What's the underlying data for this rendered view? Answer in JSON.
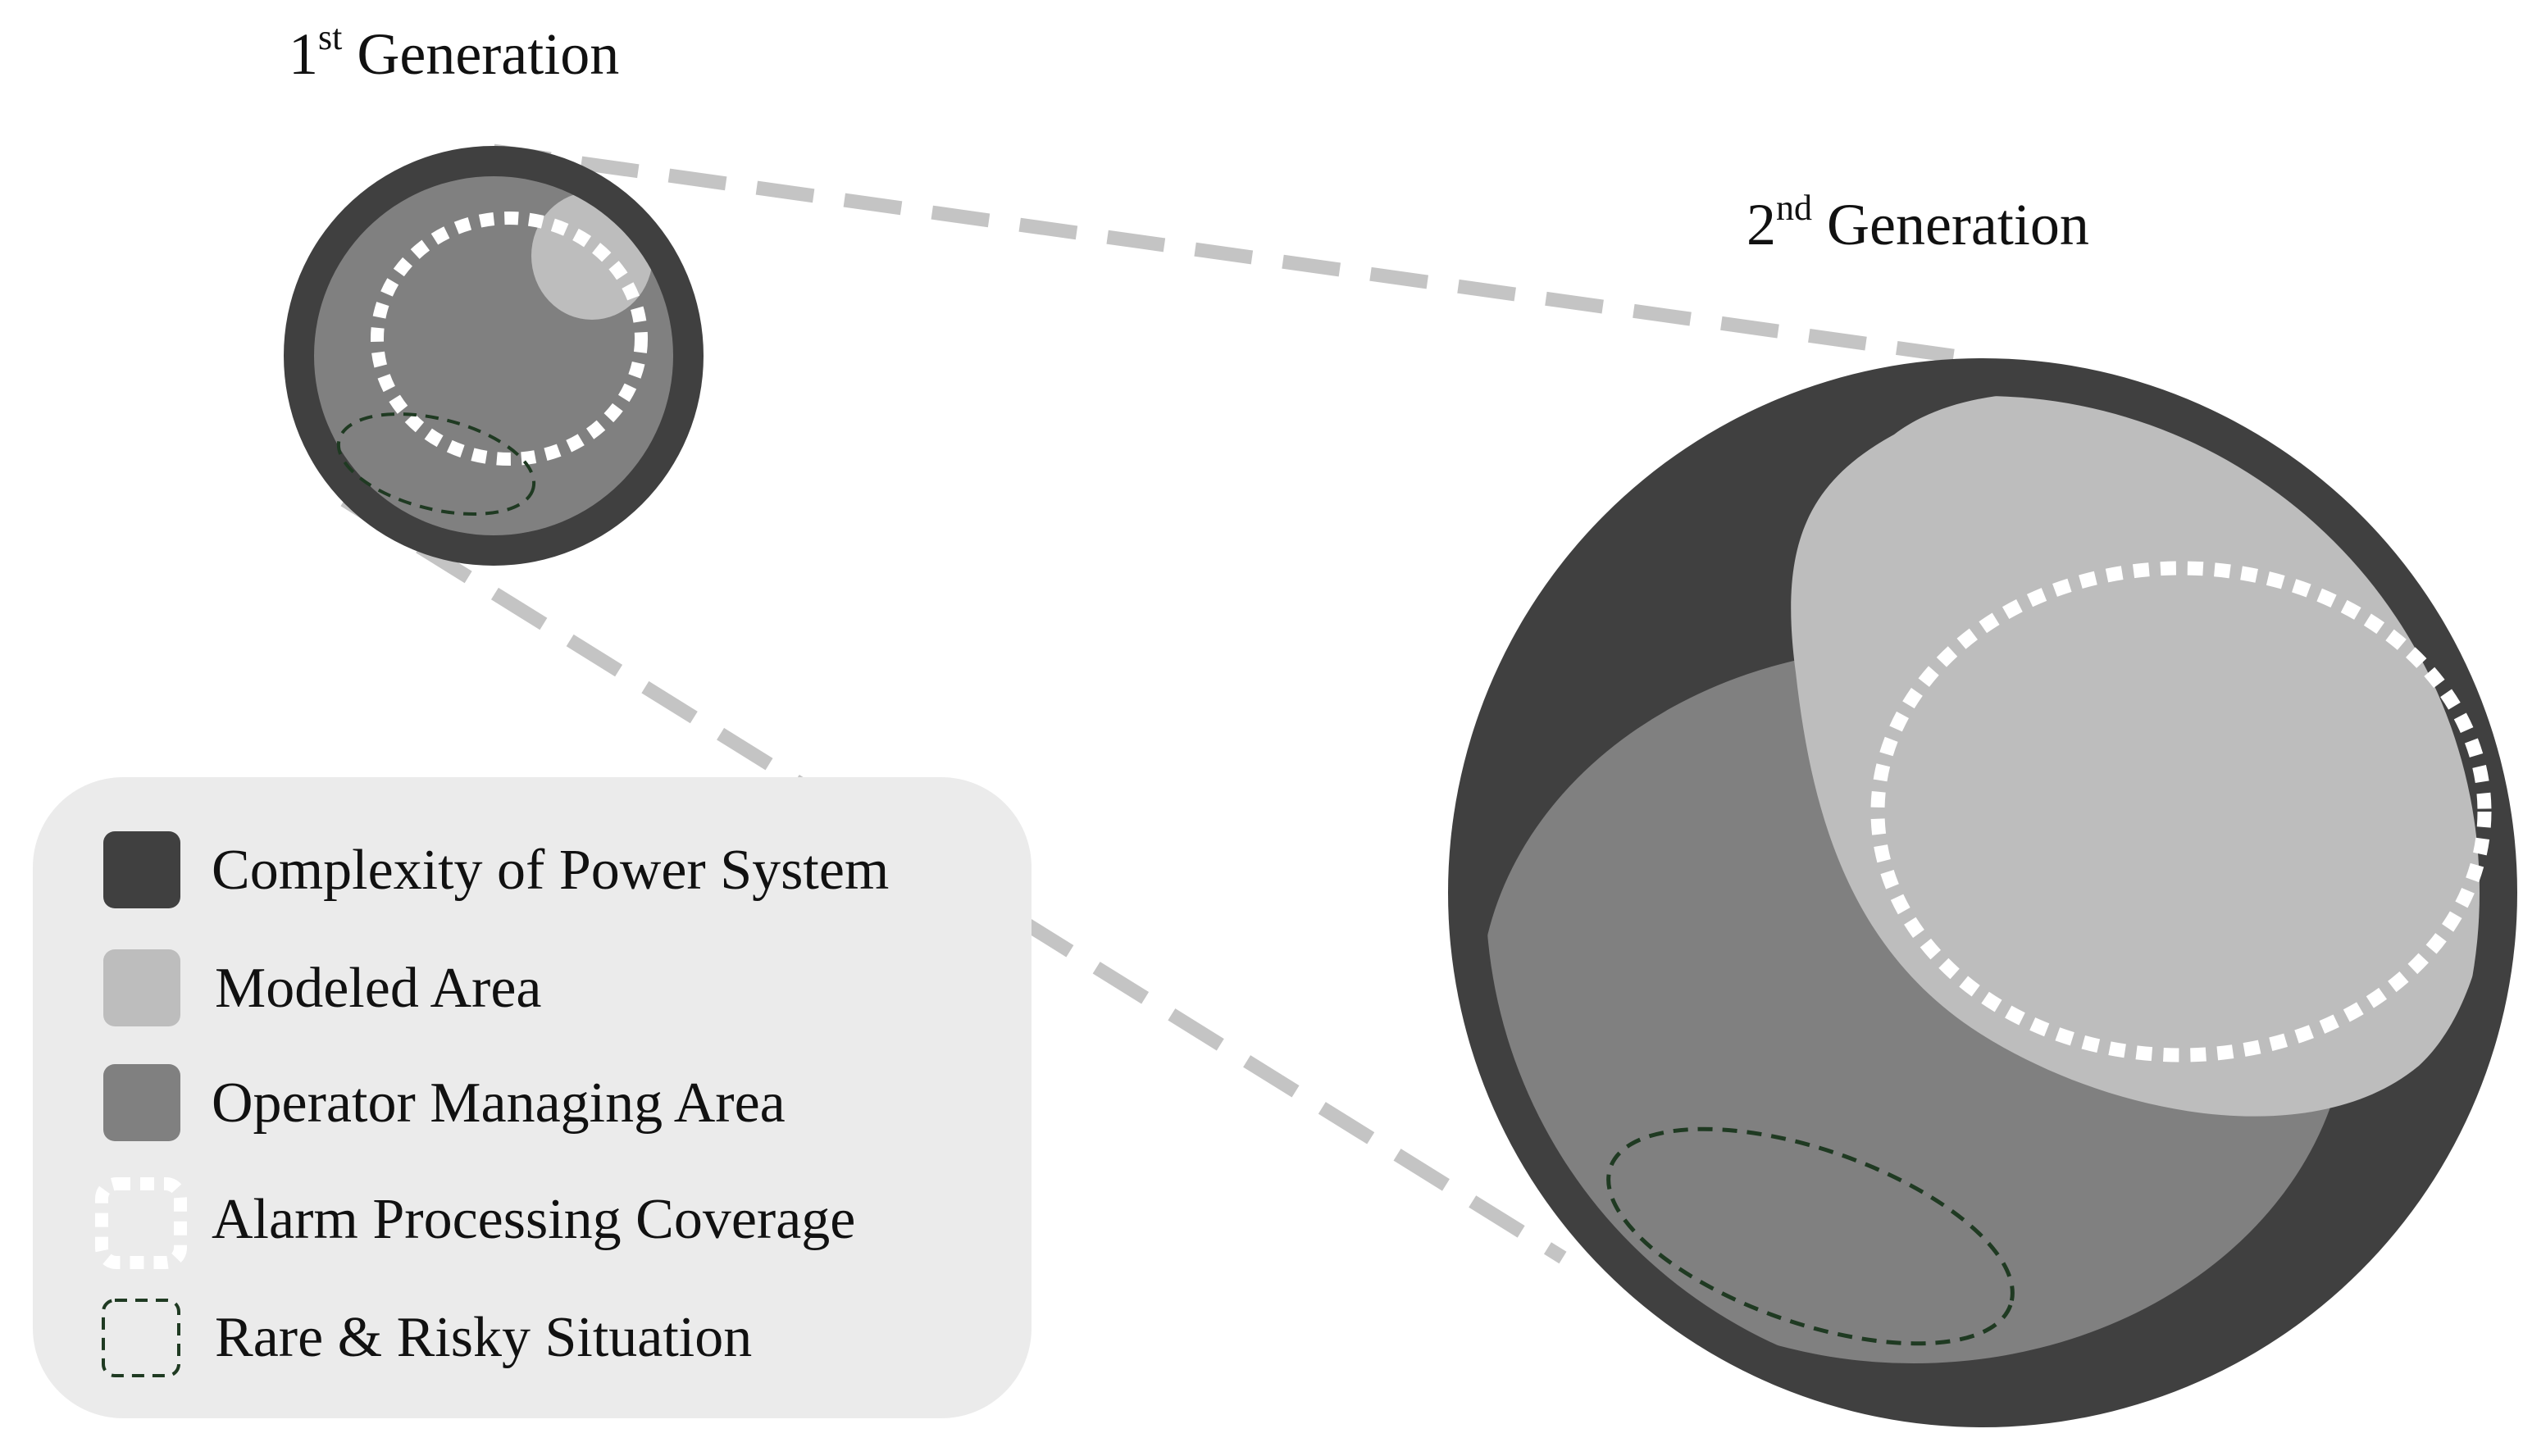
{
  "titles": {
    "first": {
      "number": "1",
      "suffix": "st",
      "word": " Generation"
    },
    "second": {
      "number": "2",
      "suffix": "nd",
      "word": " Generation"
    }
  },
  "legend": {
    "items": [
      {
        "label": "Complexity of Power System",
        "swatch": "dark-fill-icon"
      },
      {
        "label": "Modeled Area",
        "swatch": "light-fill-icon"
      },
      {
        "label": "Operator Managing Area",
        "swatch": "medium-fill-icon"
      },
      {
        "label": "Alarm Processing Coverage",
        "swatch": "white-dotted-outline-icon"
      },
      {
        "label": "Rare & Risky Situation",
        "swatch": "green-dashed-outline-icon"
      }
    ]
  },
  "colors": {
    "complexity": "#404040",
    "modeled": "#bdbdbd",
    "operator": "#808080",
    "alarm_outline": "#ffffff",
    "risky_outline": "#1f3a22",
    "connector": "#c4c4c4",
    "legend_background": "#ebebeb"
  }
}
